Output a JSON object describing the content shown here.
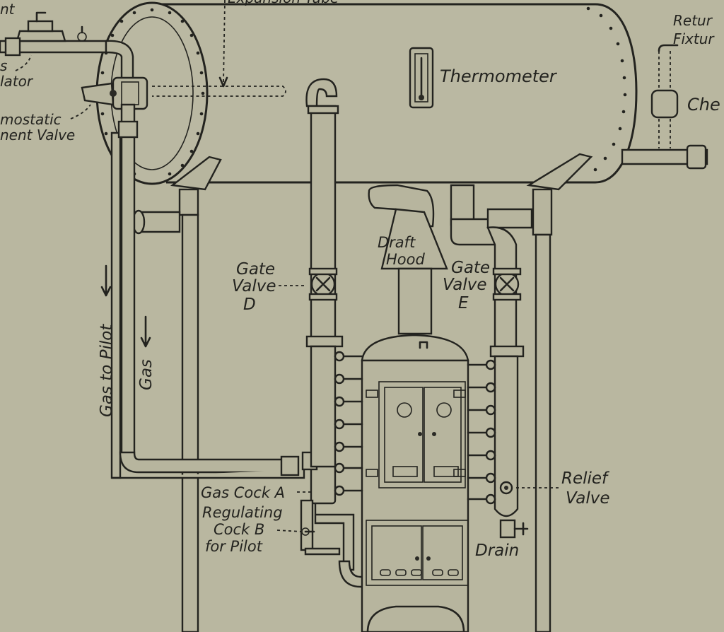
{
  "colors": {
    "paper": "#b9b7a0",
    "ink": "#23231f"
  },
  "labels": {
    "expansion_tube": "Expansion Tube",
    "vent": "nt",
    "gas_regulator_a": "s",
    "gas_regulator_b": "lator",
    "thermostatic_a": "mostatic",
    "thermostatic_b": "nent Valve",
    "thermometer": "Thermometer",
    "return_a": "Retur",
    "return_b": "Fixtur",
    "check": "Che",
    "gate_valve_d_a": "Gate",
    "gate_valve_d_b": "Valve",
    "gate_valve_d_c": "D",
    "draft_hood_a": "Draft",
    "draft_hood_b": "Hood",
    "gate_valve_e_a": "Gate",
    "gate_valve_e_b": "Valve",
    "gate_valve_e_c": "E",
    "gas_to_pilot": "Gas to Pilot",
    "gas": "Gas",
    "gas_cock_a": "Gas Cock A",
    "regulating_a": "Regulating",
    "regulating_b": "Cock B",
    "regulating_c": "for Pilot",
    "relief_a": "Relief",
    "relief_b": "Valve",
    "drain": "Drain"
  }
}
